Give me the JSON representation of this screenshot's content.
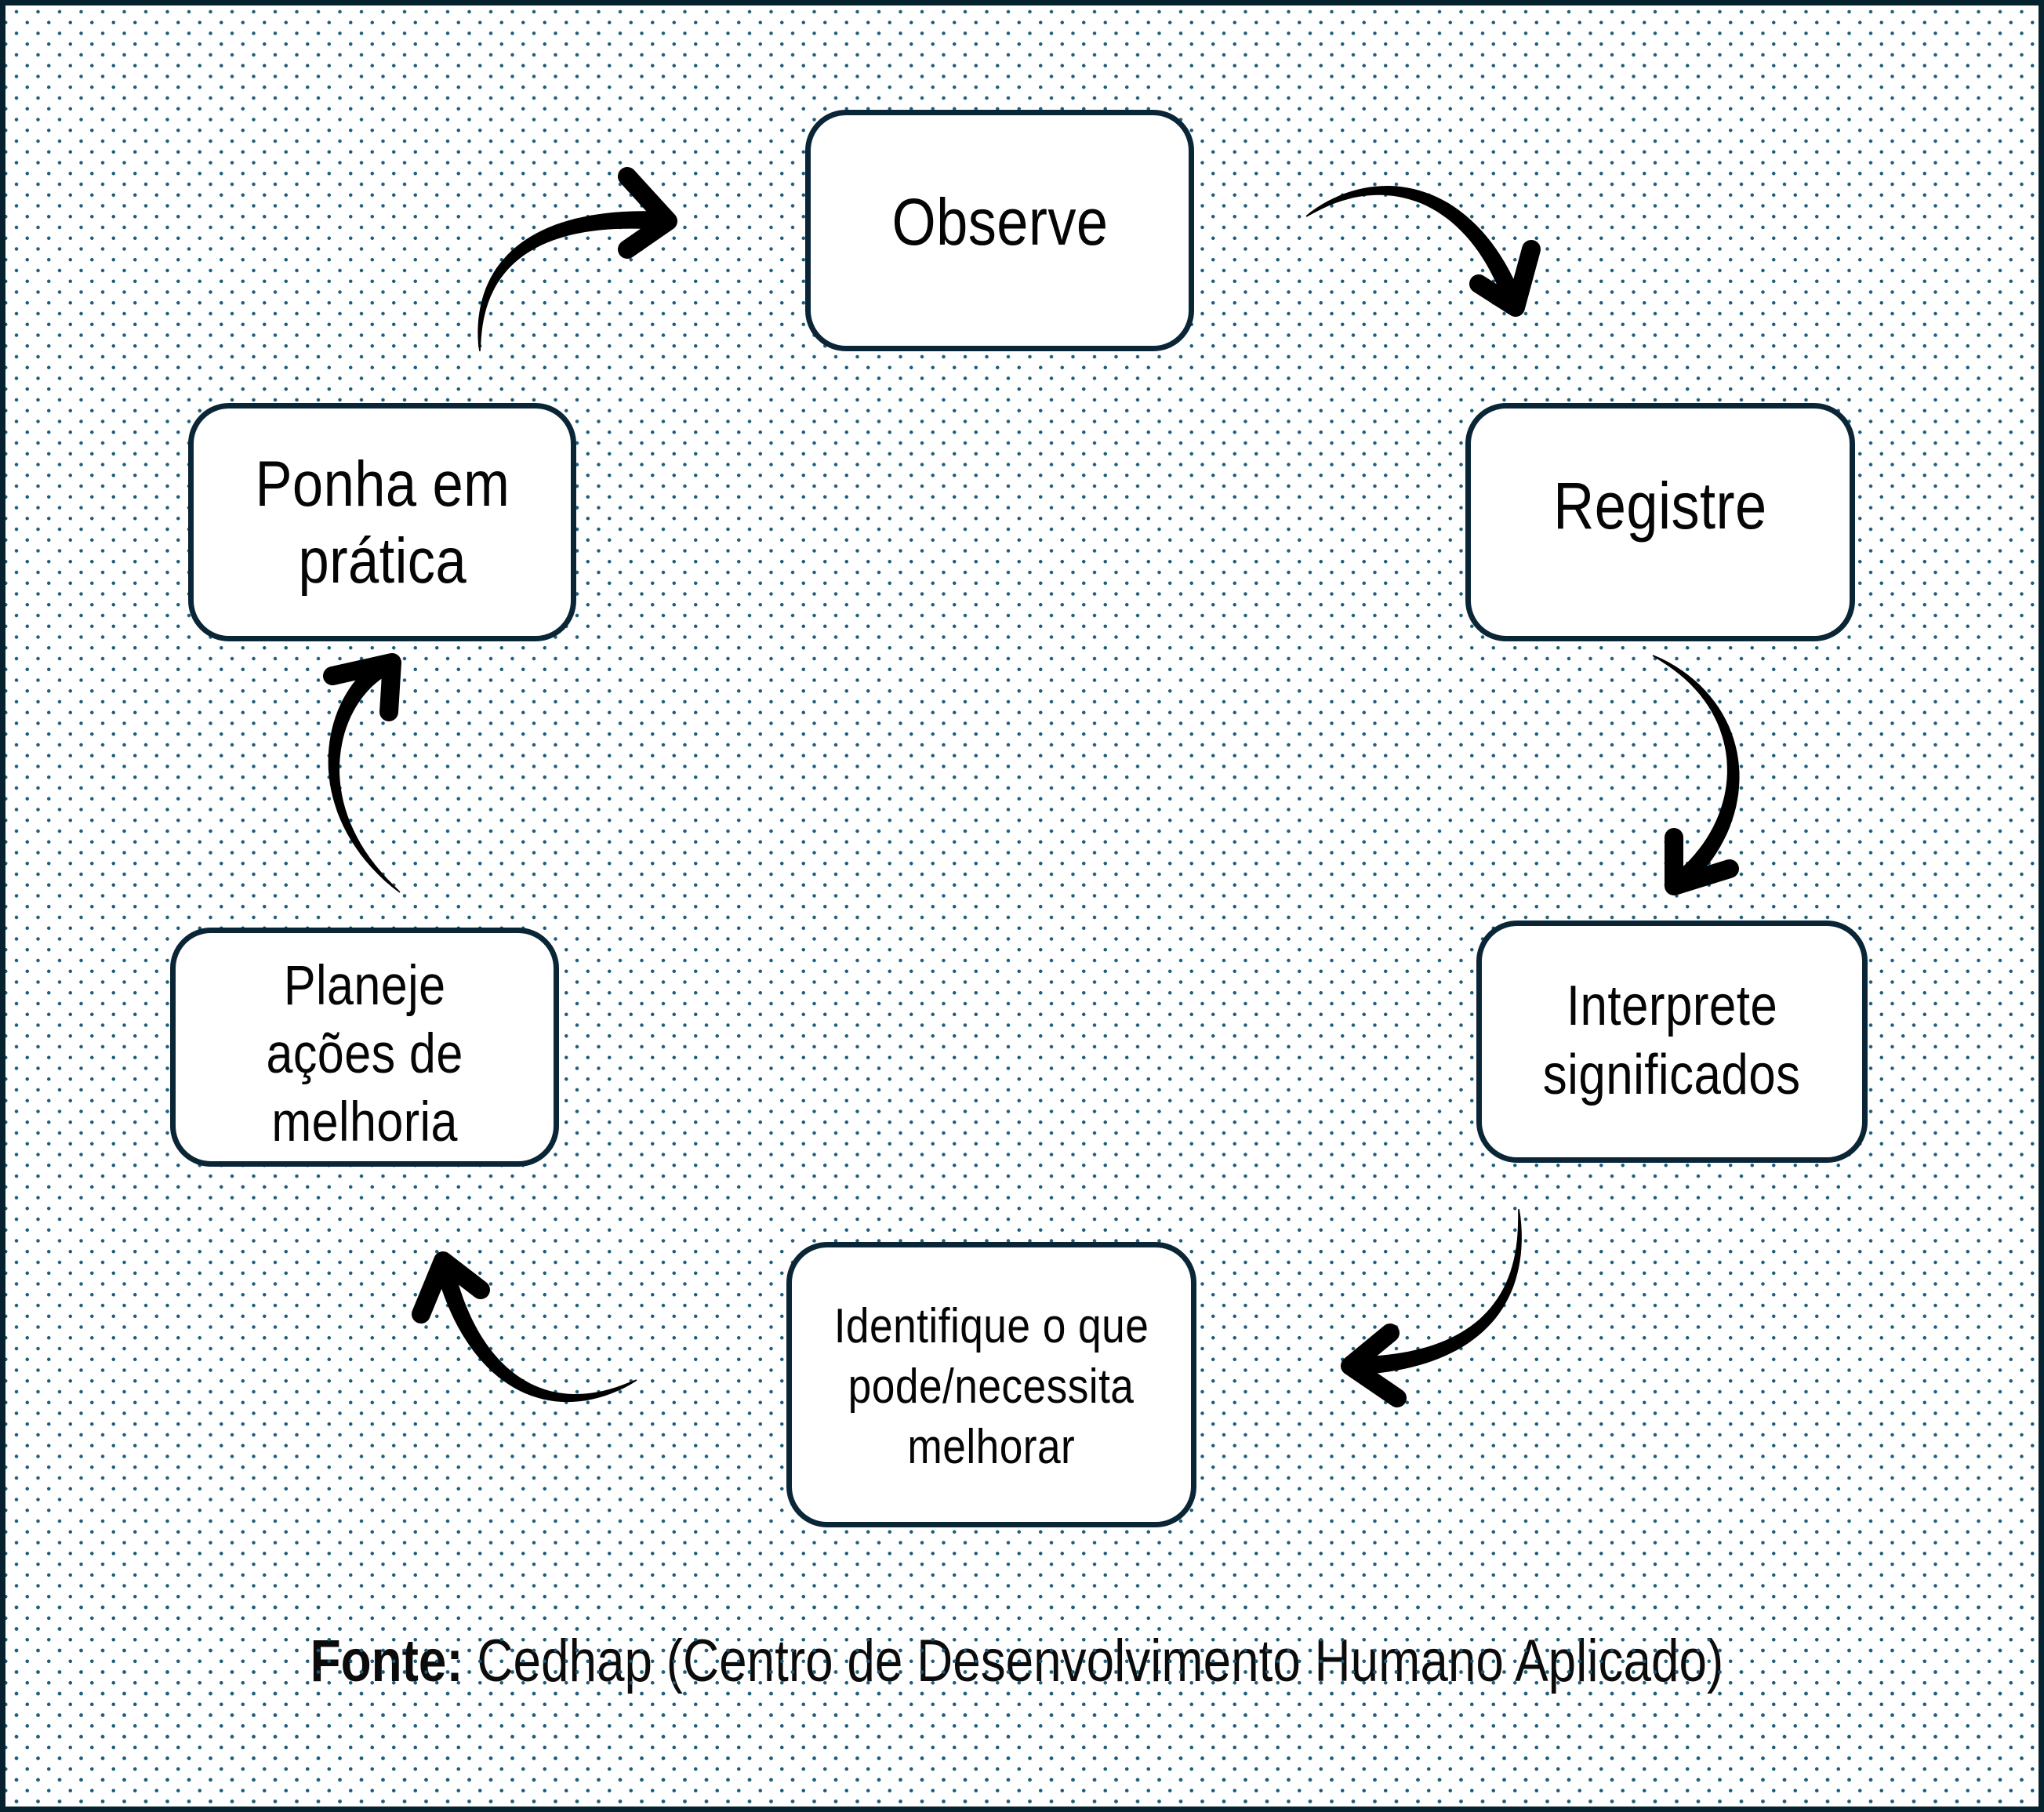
{
  "diagram": {
    "type": "cycle",
    "steps": [
      {
        "id": "observe",
        "lines": [
          "Observe"
        ]
      },
      {
        "id": "registre",
        "lines": [
          "Registre"
        ]
      },
      {
        "id": "interprete",
        "lines": [
          "Interprete",
          "significados"
        ]
      },
      {
        "id": "identifique",
        "lines": [
          "Identifique o que",
          "pode/necessita",
          "melhorar"
        ]
      },
      {
        "id": "planeje",
        "lines": [
          "Planeje",
          "ações de",
          "melhoria"
        ]
      },
      {
        "id": "ponha",
        "lines": [
          "Ponha em",
          "prática"
        ]
      }
    ],
    "connections": [
      {
        "from": "ponha",
        "to": "observe"
      },
      {
        "from": "observe",
        "to": "registre"
      },
      {
        "from": "registre",
        "to": "interprete"
      },
      {
        "from": "interprete",
        "to": "identifique"
      },
      {
        "from": "identifique",
        "to": "planeje"
      },
      {
        "from": "planeje",
        "to": "ponha"
      }
    ]
  },
  "footer": {
    "label": "Fonte:",
    "text": " Cedhap (Centro de Desenvolvimento Humano Aplicado)"
  },
  "colors": {
    "frame": "#06222f",
    "box_border": "#0a2636",
    "dot_pattern": "#1c5f7e",
    "arrow": "#000000",
    "text": "#050505"
  }
}
